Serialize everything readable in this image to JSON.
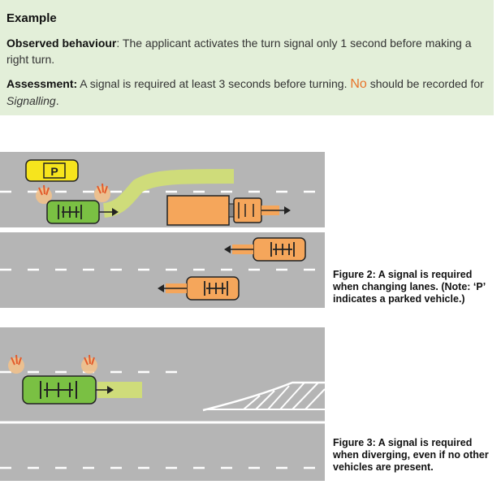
{
  "example": {
    "title": "Example",
    "observed_label": "Observed behaviour",
    "observed_text": ": The applicant activates the turn signal only 1 second before making a right turn.",
    "assessment_label": "Assessment:",
    "assessment_text_1": " A signal is required at least 3 seconds before turning. ",
    "assessment_no": "No",
    "assessment_text_2": " should be recorded for ",
    "assessment_signalling": "Signalling",
    "assessment_period": "."
  },
  "figure2": {
    "caption": "Figure 2: A signal is required when changing lanes. (Note: ‘P’ indicates a parked vehicle.)",
    "parked_label": "P"
  },
  "figure3": {
    "caption": "Figure 3: A signal is required when diverging, even if no other vehicles are present."
  },
  "colors": {
    "road": "#b5b5b5",
    "example_bg": "#e3efd9",
    "green_car": "#7ac043",
    "orange_vehicle": "#f5a65b",
    "yellow_car": "#f6e41d",
    "path": "#cfdc7a",
    "accent": "#e8742a"
  }
}
